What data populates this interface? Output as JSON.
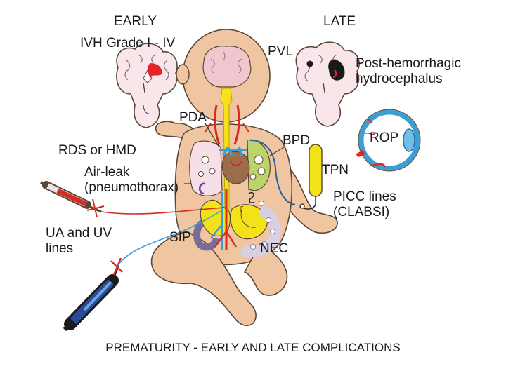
{
  "labels": {
    "early": "EARLY",
    "ivh": "IVH Grade I - IV",
    "late": "LATE",
    "pvl": "PVL",
    "phh": "Post-hemorrhagic hydrocephalus",
    "pda": "PDA",
    "rds": "RDS or HMD",
    "airleak": "Air-leak (pneumothorax)",
    "bpd": "BPD",
    "rop": "ROP",
    "tpn": "TPN",
    "picc": "PICC lines (CLABSI)",
    "ua_uv": "UA and UV lines",
    "sip": "SIP",
    "nec": "NEC"
  },
  "footer": "PREMATURITY - EARLY AND LATE COMPLICATIONS",
  "colors": {
    "skin": "#efc6a1",
    "skin_outline": "#5a4636",
    "brain": "#f1c7cf",
    "hemorrhage": "#e3242b",
    "artery": "#d72a22",
    "vein": "#3b9fd6",
    "spine": "#f7e11b",
    "lung_left": "#f6dfe6",
    "lung_right": "#bcd56b",
    "tpn_bag": "#f4e219",
    "intestine": "#d8cfe3",
    "syringe_red": "#d72a22",
    "syringe_blue": "#2a4a9c"
  }
}
